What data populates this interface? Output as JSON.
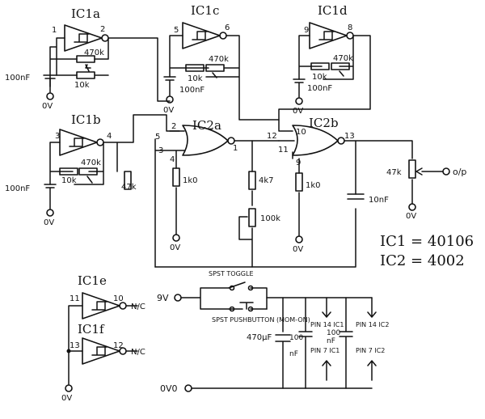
{
  "labels": {
    "ic1a": "IC1a",
    "ic1b": "IC1b",
    "ic1c": "IC1c",
    "ic1d": "IC1d",
    "ic1e": "IC1e",
    "ic1f": "IC1f",
    "ic2a": "IC2a",
    "ic2b": "IC2b",
    "pin1": "1",
    "pin2": "2",
    "pin3": "3",
    "pin4": "4",
    "pin5": "5",
    "pin6": "6",
    "pin8": "8",
    "pin9": "9",
    "pin10": "10",
    "pin11": "11",
    "pin12": "12",
    "pin13": "13",
    "r470k": "470k",
    "r10k": "10k",
    "r47k": "47k",
    "r1k0": "1k0",
    "r4k7": "4k7",
    "r100k": "100k",
    "c100nf": "100nF",
    "c10nf": "10nF",
    "c100": "100",
    "cnf": "nF",
    "c470uf": "470µF",
    "zero_v": "0V",
    "zero_va": "0V0",
    "nc": "N/C",
    "out": "o/p",
    "v9": "9V",
    "spst_toggle": "SPST TOGGLE",
    "spst_pb": "SPST PUSHBUTTON (MOM-ON)",
    "pin14_ic1": "PIN 14 IC1",
    "pin14_ic2": "PIN 14 IC2",
    "pin7_ic1": "PIN 7 IC1",
    "pin7_ic2": "PIN 7 IC2",
    "legend1": "IC1 = 40106",
    "legend2": "IC2 = 4002"
  }
}
